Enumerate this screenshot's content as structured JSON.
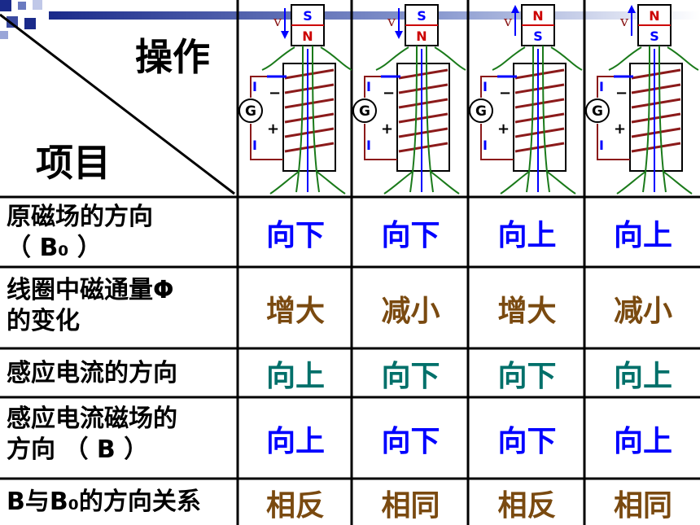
{
  "header": {
    "operation_label": "操作",
    "item_label": "项目"
  },
  "diagrams": [
    {
      "magnet_top": "S",
      "magnet_bottom": "N",
      "motion_letter": "v",
      "coil_minus": "−",
      "coil_plus": "+",
      "galvanometer": "G",
      "current_letter": "I"
    },
    {
      "magnet_top": "S",
      "magnet_bottom": "N",
      "motion_letter": "v",
      "coil_minus": "−",
      "coil_plus": "+",
      "galvanometer": "G",
      "current_letter": "I"
    },
    {
      "magnet_top": "N",
      "magnet_bottom": "S",
      "motion_letter": "v",
      "coil_minus": "−",
      "coil_plus": "+",
      "galvanometer": "G",
      "current_letter": "I"
    },
    {
      "magnet_top": "N",
      "magnet_bottom": "S",
      "motion_letter": "v",
      "coil_minus": "−",
      "coil_plus": "+",
      "galvanometer": "G",
      "current_letter": "I"
    }
  ],
  "rows": [
    {
      "label_line1": "原磁场的方向",
      "label_line2": "（ B₀ ）",
      "values": [
        "向下",
        "向下",
        "向上",
        "向上"
      ],
      "color": "#0000ff"
    },
    {
      "label_line1": "线圈中磁通量Φ",
      "label_line2": "的变化",
      "values": [
        "增大",
        "减小",
        "增大",
        "减小"
      ],
      "color": "#7a4a10"
    },
    {
      "label_line1": "感应电流的方向",
      "label_line2": "",
      "values": [
        "向上",
        "向下",
        "向下",
        "向上"
      ],
      "color": "#00706a"
    },
    {
      "label_line1": "感应电流磁场的",
      "label_line2": "方向 （ B ）",
      "values": [
        "向上",
        "向下",
        "向下",
        "向上"
      ],
      "color": "#0000ff"
    },
    {
      "label_line1": "B与B₀的方向关系",
      "label_line2": "",
      "values": [
        "相反",
        "相同",
        "相反",
        "相同"
      ],
      "color": "#7a4a10"
    }
  ],
  "colors": {
    "magnet_red": "#cc0000",
    "magnet_blue": "#0000ff",
    "field_green": "#1a7a1a",
    "coil_brown": "#8b1a1a",
    "deco_blue": "#2a3a9a"
  }
}
